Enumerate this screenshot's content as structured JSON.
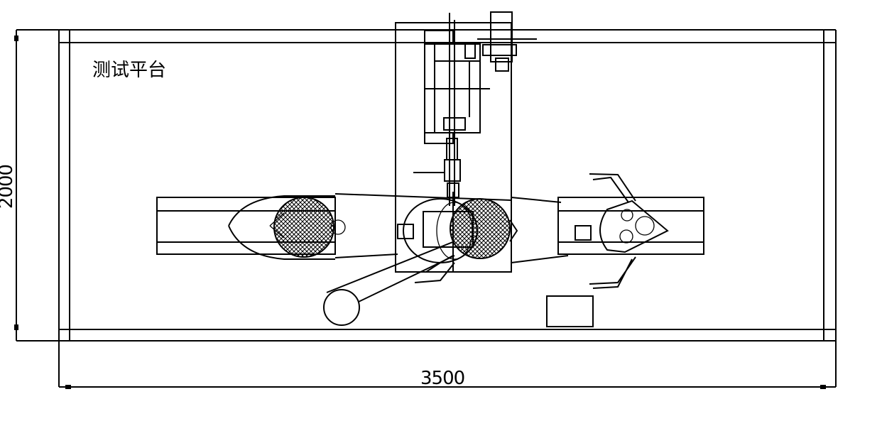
{
  "drawing": {
    "title": "测试平台",
    "dimension_width": "3500",
    "dimension_height": "2000"
  }
}
